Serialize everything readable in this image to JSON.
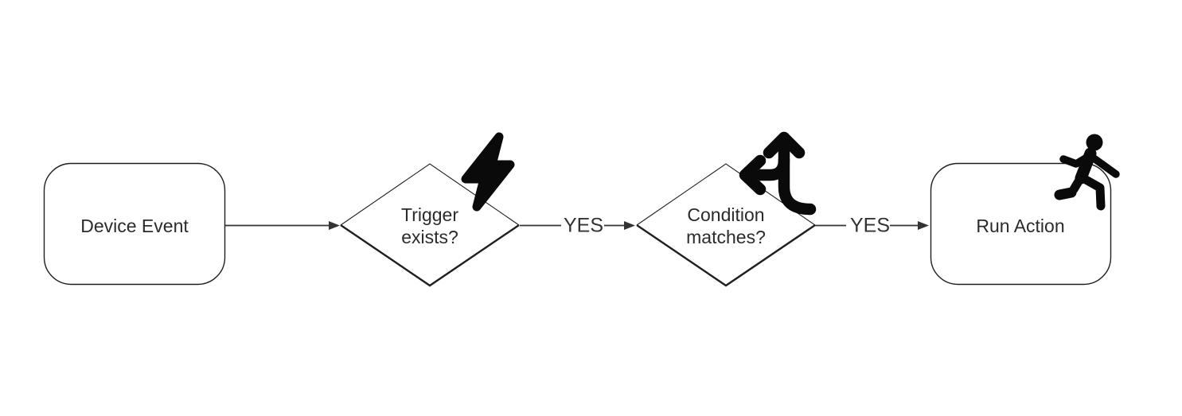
{
  "colors": {
    "background": "#ffffff",
    "shape_stroke": "#1f1f1f",
    "edge_stroke": "#333333",
    "icon": "#0a0a0a",
    "text": "#2b2b2b"
  },
  "flowchart": {
    "nodes": [
      {
        "id": "device-event",
        "type": "start",
        "shape": "rounded-rectangle",
        "label": "Device Event",
        "icon": ""
      },
      {
        "id": "trigger-exists",
        "type": "decision",
        "shape": "diamond",
        "label": "Trigger exists?",
        "icon": "bolt-icon"
      },
      {
        "id": "condition-matches",
        "type": "decision",
        "shape": "diamond",
        "label": "Condition matches?",
        "icon": "arrows-split-up-and-left-icon"
      },
      {
        "id": "run-action",
        "type": "end",
        "shape": "rounded-rectangle",
        "label": "Run Action",
        "icon": "person-running-icon"
      }
    ],
    "edges": [
      {
        "from": "device-event",
        "to": "trigger-exists",
        "label": ""
      },
      {
        "from": "trigger-exists",
        "to": "condition-matches",
        "label": "YES"
      },
      {
        "from": "condition-matches",
        "to": "run-action",
        "label": "YES"
      }
    ]
  }
}
